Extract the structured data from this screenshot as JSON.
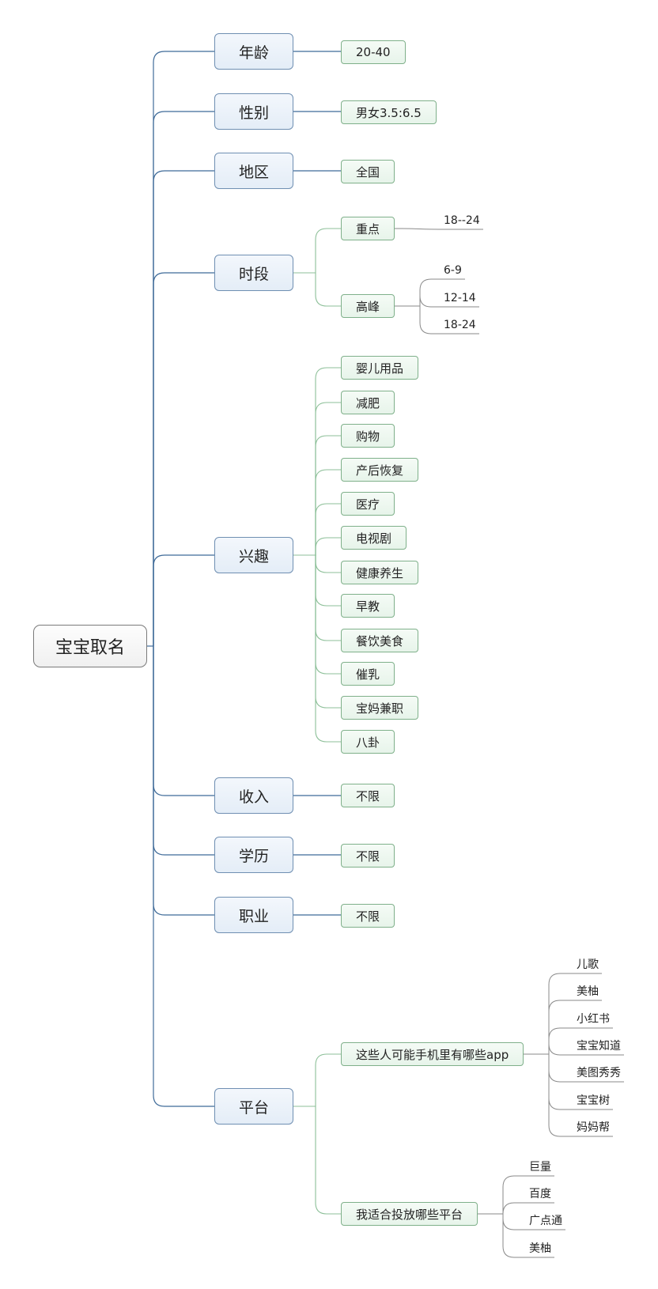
{
  "root": {
    "label": "宝宝取名"
  },
  "branches": [
    {
      "label": "年龄",
      "children": [
        {
          "label": "20-40",
          "children": []
        }
      ]
    },
    {
      "label": "性别",
      "children": [
        {
          "label": "男女3.5:6.5",
          "children": []
        }
      ]
    },
    {
      "label": "地区",
      "children": [
        {
          "label": "全国",
          "children": []
        }
      ]
    },
    {
      "label": "时段",
      "children": [
        {
          "label": "重点",
          "children": [
            "18--24"
          ]
        },
        {
          "label": "高峰",
          "children": [
            "6-9",
            "12-14",
            "18-24"
          ]
        }
      ]
    },
    {
      "label": "兴趣",
      "children": [
        {
          "label": "婴儿用品",
          "children": []
        },
        {
          "label": "减肥",
          "children": []
        },
        {
          "label": "购物",
          "children": []
        },
        {
          "label": "产后恢复",
          "children": []
        },
        {
          "label": "医疗",
          "children": []
        },
        {
          "label": "电视剧",
          "children": []
        },
        {
          "label": "健康养生",
          "children": []
        },
        {
          "label": "早教",
          "children": []
        },
        {
          "label": "餐饮美食",
          "children": []
        },
        {
          "label": "催乳",
          "children": []
        },
        {
          "label": "宝妈兼职",
          "children": []
        },
        {
          "label": "八卦",
          "children": []
        }
      ]
    },
    {
      "label": "收入",
      "children": [
        {
          "label": "不限",
          "children": []
        }
      ]
    },
    {
      "label": "学历",
      "children": [
        {
          "label": "不限",
          "children": []
        }
      ]
    },
    {
      "label": "职业",
      "children": [
        {
          "label": "不限",
          "children": []
        }
      ]
    },
    {
      "label": "平台",
      "children": [
        {
          "label": "这些人可能手机里有哪些app",
          "children": [
            "儿歌",
            "美柚",
            "小红书",
            "宝宝知道",
            "美图秀秀",
            "宝宝树",
            "妈妈帮"
          ]
        },
        {
          "label": "我适合投放哪些平台",
          "children": [
            "巨量",
            "百度",
            "广点通",
            "美柚"
          ]
        }
      ]
    }
  ],
  "colors": {
    "root_border": "#7a7a7a",
    "branch_border": "#6f8fb2",
    "branch_line": "#3f6b99",
    "child_border": "#7fb08a",
    "child_line": "#8cbf98",
    "leaf_line": "#8a8a8a"
  }
}
